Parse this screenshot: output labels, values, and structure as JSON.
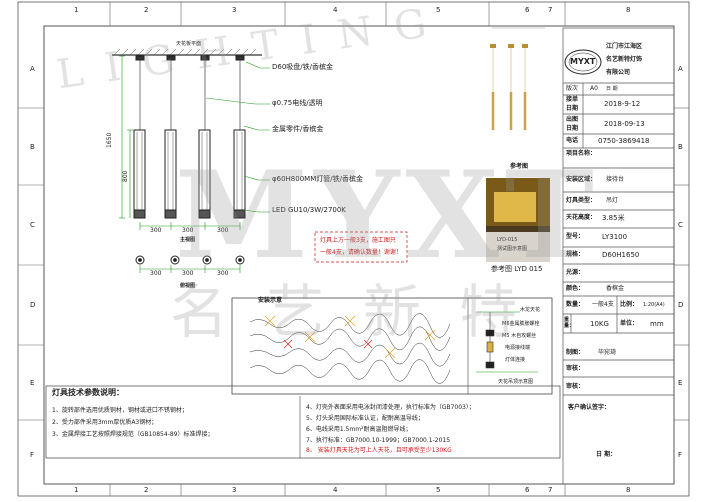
{
  "grid": {
    "columns": [
      "1",
      "2",
      "3",
      "4",
      "5",
      "6",
      "7",
      "8"
    ],
    "rows": [
      "A",
      "B",
      "C",
      "D",
      "E",
      "F"
    ]
  },
  "fixture_callouts": {
    "ceiling_label": "天花板平面",
    "base": "D60吸盘/铁/香槟金",
    "wire": "φ0.75电线/透明",
    "fitting": "金属零件/香槟金",
    "tube": "φ60H800MM灯管/铁/香槟金",
    "led": "LED GU10/3W/2700K",
    "dim_total_height": "1650",
    "dim_tube_height": "800",
    "dim_spacing": [
      "300",
      "300",
      "300"
    ],
    "dim_bottom_spacing": [
      "300",
      "300",
      "300"
    ],
    "top_view_label": "主视图",
    "bottom_view_label": "俯视图"
  },
  "note_red": {
    "line1": "灯具上方一般3支，施工图只",
    "line2": "一般4支，请确认数量！谢谢！"
  },
  "reference": {
    "title": "参考图",
    "photo_caption": "参考图 LYD 015",
    "photo_text1": "LYD-015",
    "photo_text2": "测试图示意图"
  },
  "install": {
    "title": "安装示意",
    "labels": [
      "木龙天花",
      "M6金属膨胀螺栓",
      "M5 木自攻螺丝",
      "电源接线端",
      "灯体连接"
    ],
    "footer": "天花吊顶示意图"
  },
  "tech": {
    "title": "灯具技术参数说明：",
    "left": [
      "1、旋转部件选用优质铜材，钢材或进口不锈钢材；",
      "2、受力部件采用3mm厚优质A3钢材；",
      "3、金属焊接工艺按照焊接规范（GB10854-89）标准焊接；"
    ],
    "right": [
      "4、灯壳外表面采用电泳封闭漆处理，执行标准为（GB7003）；",
      "5、灯头采用国际标准认证，配耐高温导线；",
      "6、电线采用1.5mm²耐高温阻燃导线；",
      "7、执行标准：GB7000.10-1999；GB7000.1-2015"
    ],
    "warning": "8、  安装灯具天花为可上人天花，且可承受至少130KG"
  },
  "title_block": {
    "logo": "MYXT",
    "company": [
      "江门市江海区",
      "名艺新特灯饰",
      "有限公司"
    ],
    "version_label": "版次",
    "version": "A0",
    "date_label": "日  期",
    "recv_label1": "接单",
    "recv_label2": "日期",
    "recv_date": "2018-9-12",
    "out_label1": "出图",
    "out_label2": "日期",
    "out_date": "2018-09-13",
    "tel_label": "电话",
    "tel": "0750-3869418",
    "fields": [
      {
        "label": "项目名称：",
        "value": ""
      },
      {
        "label": "安装区域：",
        "value": "接待台"
      },
      {
        "label": "灯具类型：",
        "value": "吊灯"
      },
      {
        "label": "天花高度：",
        "value": "3.85米"
      },
      {
        "label": "型号：",
        "value": "LY3100"
      },
      {
        "label": "规格：",
        "value": "D60H1650"
      },
      {
        "label": "光源：",
        "value": ""
      },
      {
        "label": "颜色：",
        "value": "香槟金"
      }
    ],
    "qty_label": "数量：",
    "qty": "一般4支",
    "scale_label": "比例：",
    "scale": "1:20(A4)",
    "weight_label": "重量：",
    "weight": "10KG",
    "unit_label": "单位：",
    "unit": "mm",
    "drawer_label": "制图：",
    "drawer": "毕宛琦",
    "checker_label": "审核：",
    "approver_label": "审核：",
    "customer_label": "客户确认签字：",
    "cust_date_label": "日  期："
  },
  "watermark": {
    "big": "MYXT",
    "arc": "LIGHTING",
    "bottom": "名 艺 新 特"
  }
}
